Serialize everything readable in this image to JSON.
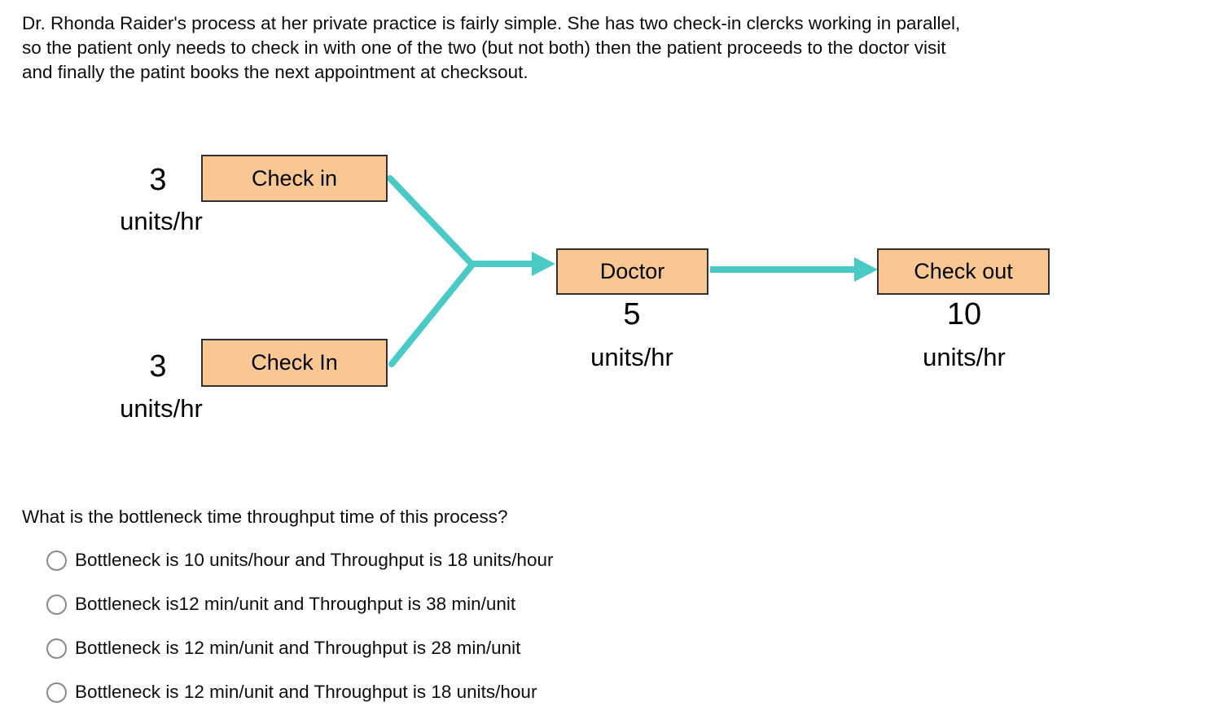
{
  "colors": {
    "node_fill": "#F9C892",
    "node_border": "#303030",
    "arrow": "#49CAC6",
    "radio_border": "#8A8A8A",
    "text": "#0D0D0D"
  },
  "intro_lines": [
    "Dr. Rhonda Raider's process at her private practice is fairly simple.  She has two check-in clercks working in parallel,",
    "so the patient only needs to check in with one of the two (but not both) then the patient proceeds to the doctor visit",
    "and finally the patint books the next appointment at checksout."
  ],
  "diagram": {
    "type": "process-flow",
    "nodes": [
      {
        "id": "check-in-1",
        "label": "Check in",
        "rate": "3",
        "unit": "units/hr"
      },
      {
        "id": "check-in-2",
        "label": "Check In",
        "rate": "3",
        "unit": "units/hr"
      },
      {
        "id": "doctor",
        "label": "Doctor",
        "rate": "5",
        "unit": "units/hr"
      },
      {
        "id": "check-out",
        "label": "Check out",
        "rate": "10",
        "unit": "units/hr"
      }
    ],
    "edges": [
      {
        "from": "check-in-1",
        "to": "merge-point"
      },
      {
        "from": "check-in-2",
        "to": "merge-point"
      },
      {
        "from": "merge-point",
        "to": "doctor",
        "arrow": true
      },
      {
        "from": "doctor",
        "to": "check-out",
        "arrow": true
      }
    ]
  },
  "question": {
    "text": "What is the bottleneck time throughput time of this process?",
    "options": [
      {
        "label": "Bottleneck is 10 units/hour and Throughput is 18 units/hour",
        "selected": false
      },
      {
        "label": "Bottleneck is12 min/unit and Throughput is 38 min/unit",
        "selected": false
      },
      {
        "label": "Bottleneck is 12 min/unit and Throughput is 28 min/unit",
        "selected": false
      },
      {
        "label": "Bottleneck is 12 min/unit and Throughput is 18 units/hour",
        "selected": false
      }
    ]
  }
}
